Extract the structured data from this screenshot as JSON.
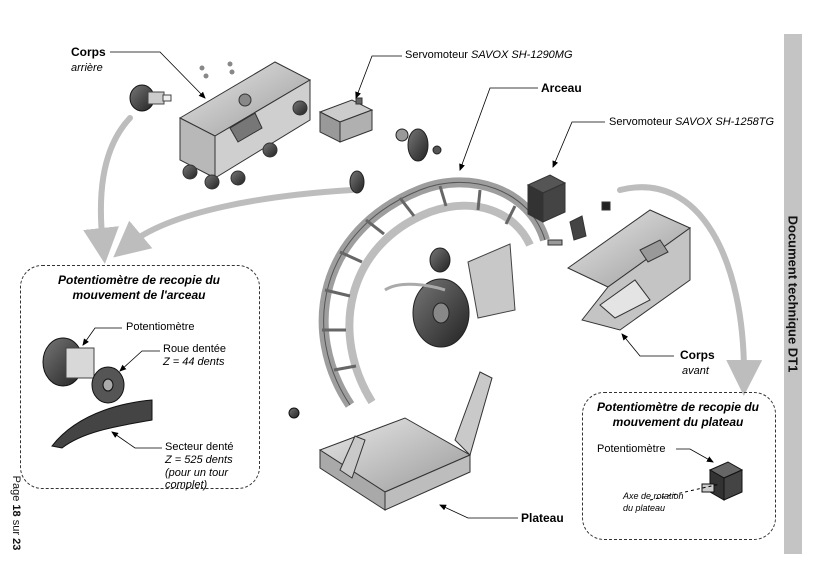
{
  "labels": {
    "corps_arriere_title": "Corps",
    "corps_arriere_sub": "arrière",
    "servo1_prefix": "Servomoteur ",
    "servo1_model": "SAVOX SH-1290MG",
    "arceau": "Arceau",
    "servo2_prefix": "Servomoteur ",
    "servo2_model": "SAVOX SH-1258TG",
    "corps_avant_title": "Corps",
    "corps_avant_sub": "avant",
    "plateau": "Plateau"
  },
  "box_left": {
    "title_line1": "Potentiomètre de recopie du",
    "title_line2": "mouvement de l'arceau",
    "potentiometre": "Potentiomètre",
    "roue_title": "Roue dentée",
    "roue_z": "Z = 44 dents",
    "secteur_title": "Secteur denté",
    "secteur_z": "Z = 525 dents",
    "secteur_note1": "(pour un tour",
    "secteur_note2": "complet)"
  },
  "box_right": {
    "title_line1": "Potentiomètre de recopie du",
    "title_line2": "mouvement du plateau",
    "potentiometre": "Potentiomètre",
    "axe_line1": "Axe de rotation",
    "axe_line2": "du plateau"
  },
  "sidebar": {
    "text": "Document technique DT1"
  },
  "page": {
    "prefix": "Page ",
    "number": "18",
    "middle": " sur ",
    "total": "23"
  },
  "colors": {
    "metal_light": "#d9d9d9",
    "metal_mid": "#a8a8a8",
    "metal_dark": "#555555",
    "arrow_gray": "#bdbdbd",
    "sidebar": "#c4c4c4"
  }
}
